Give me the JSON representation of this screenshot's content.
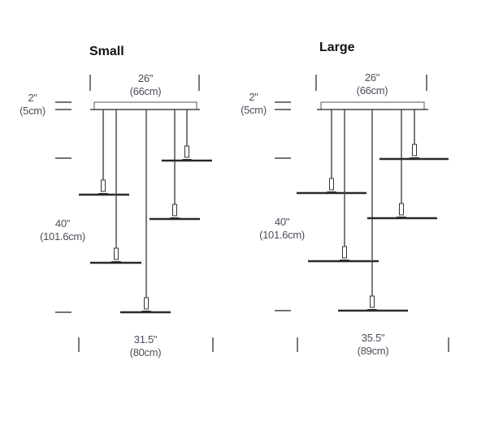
{
  "variants": [
    {
      "title": "Small",
      "canopy_width": "26\"",
      "canopy_width_cm": "(66cm)",
      "canopy_height": "2\"",
      "canopy_height_cm": "(5cm)",
      "drop": "40\"",
      "drop_cm": "(101.6cm)",
      "spread": "31.5\"",
      "spread_cm": "(80cm)"
    },
    {
      "title": "Large",
      "canopy_width": "26\"",
      "canopy_width_cm": "(66cm)",
      "canopy_height": "2\"",
      "canopy_height_cm": "(5cm)",
      "drop": "40\"",
      "drop_cm": "(101.6cm)",
      "spread": "35.5\"",
      "spread_cm": "(89cm)"
    }
  ]
}
